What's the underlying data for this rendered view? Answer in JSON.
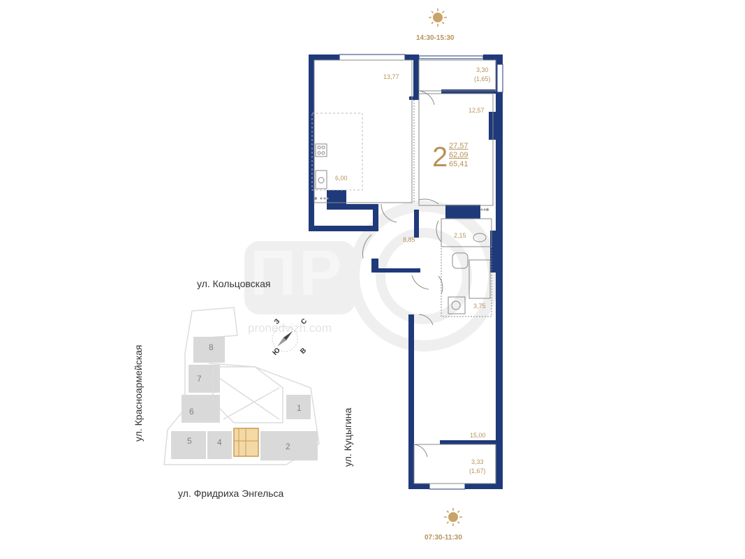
{
  "sun": {
    "top_time": "14:30-15:30",
    "bottom_time": "07:30-11:30"
  },
  "plan": {
    "rooms_count": "2",
    "living_area": "27,57",
    "total_area": "62,09",
    "total_area_with_balconies": "65,41",
    "rooms": [
      {
        "id": "room-a",
        "area": "13,77"
      },
      {
        "id": "kitchen",
        "area": "6,00"
      },
      {
        "id": "balcony-top",
        "area": "3,30",
        "sub": "(1,65)"
      },
      {
        "id": "room-b",
        "area": "12,57"
      },
      {
        "id": "hall",
        "area": "8,85"
      },
      {
        "id": "wc",
        "area": "2,15"
      },
      {
        "id": "bathroom",
        "area": "3,75"
      },
      {
        "id": "room-c",
        "area": "15,00"
      },
      {
        "id": "balcony-bottom",
        "area": "3,33",
        "sub": "(1,67)"
      }
    ],
    "colors": {
      "wall": "#1f3a7a",
      "accent": "#b8925a"
    }
  },
  "site": {
    "streets": {
      "north": "ул. Кольцовская",
      "west": "ул. Красноармейская",
      "east": "ул. Куцыгина",
      "south": "ул. Фридриха Энгельса"
    },
    "compass": {
      "n": "С",
      "s": "Ю",
      "e": "В",
      "w": "З"
    },
    "buildings": [
      "8",
      "7",
      "6",
      "5",
      "4",
      "1",
      "2"
    ]
  },
  "watermark": {
    "logo": "ПР",
    "site": "pronedvizh.com"
  }
}
